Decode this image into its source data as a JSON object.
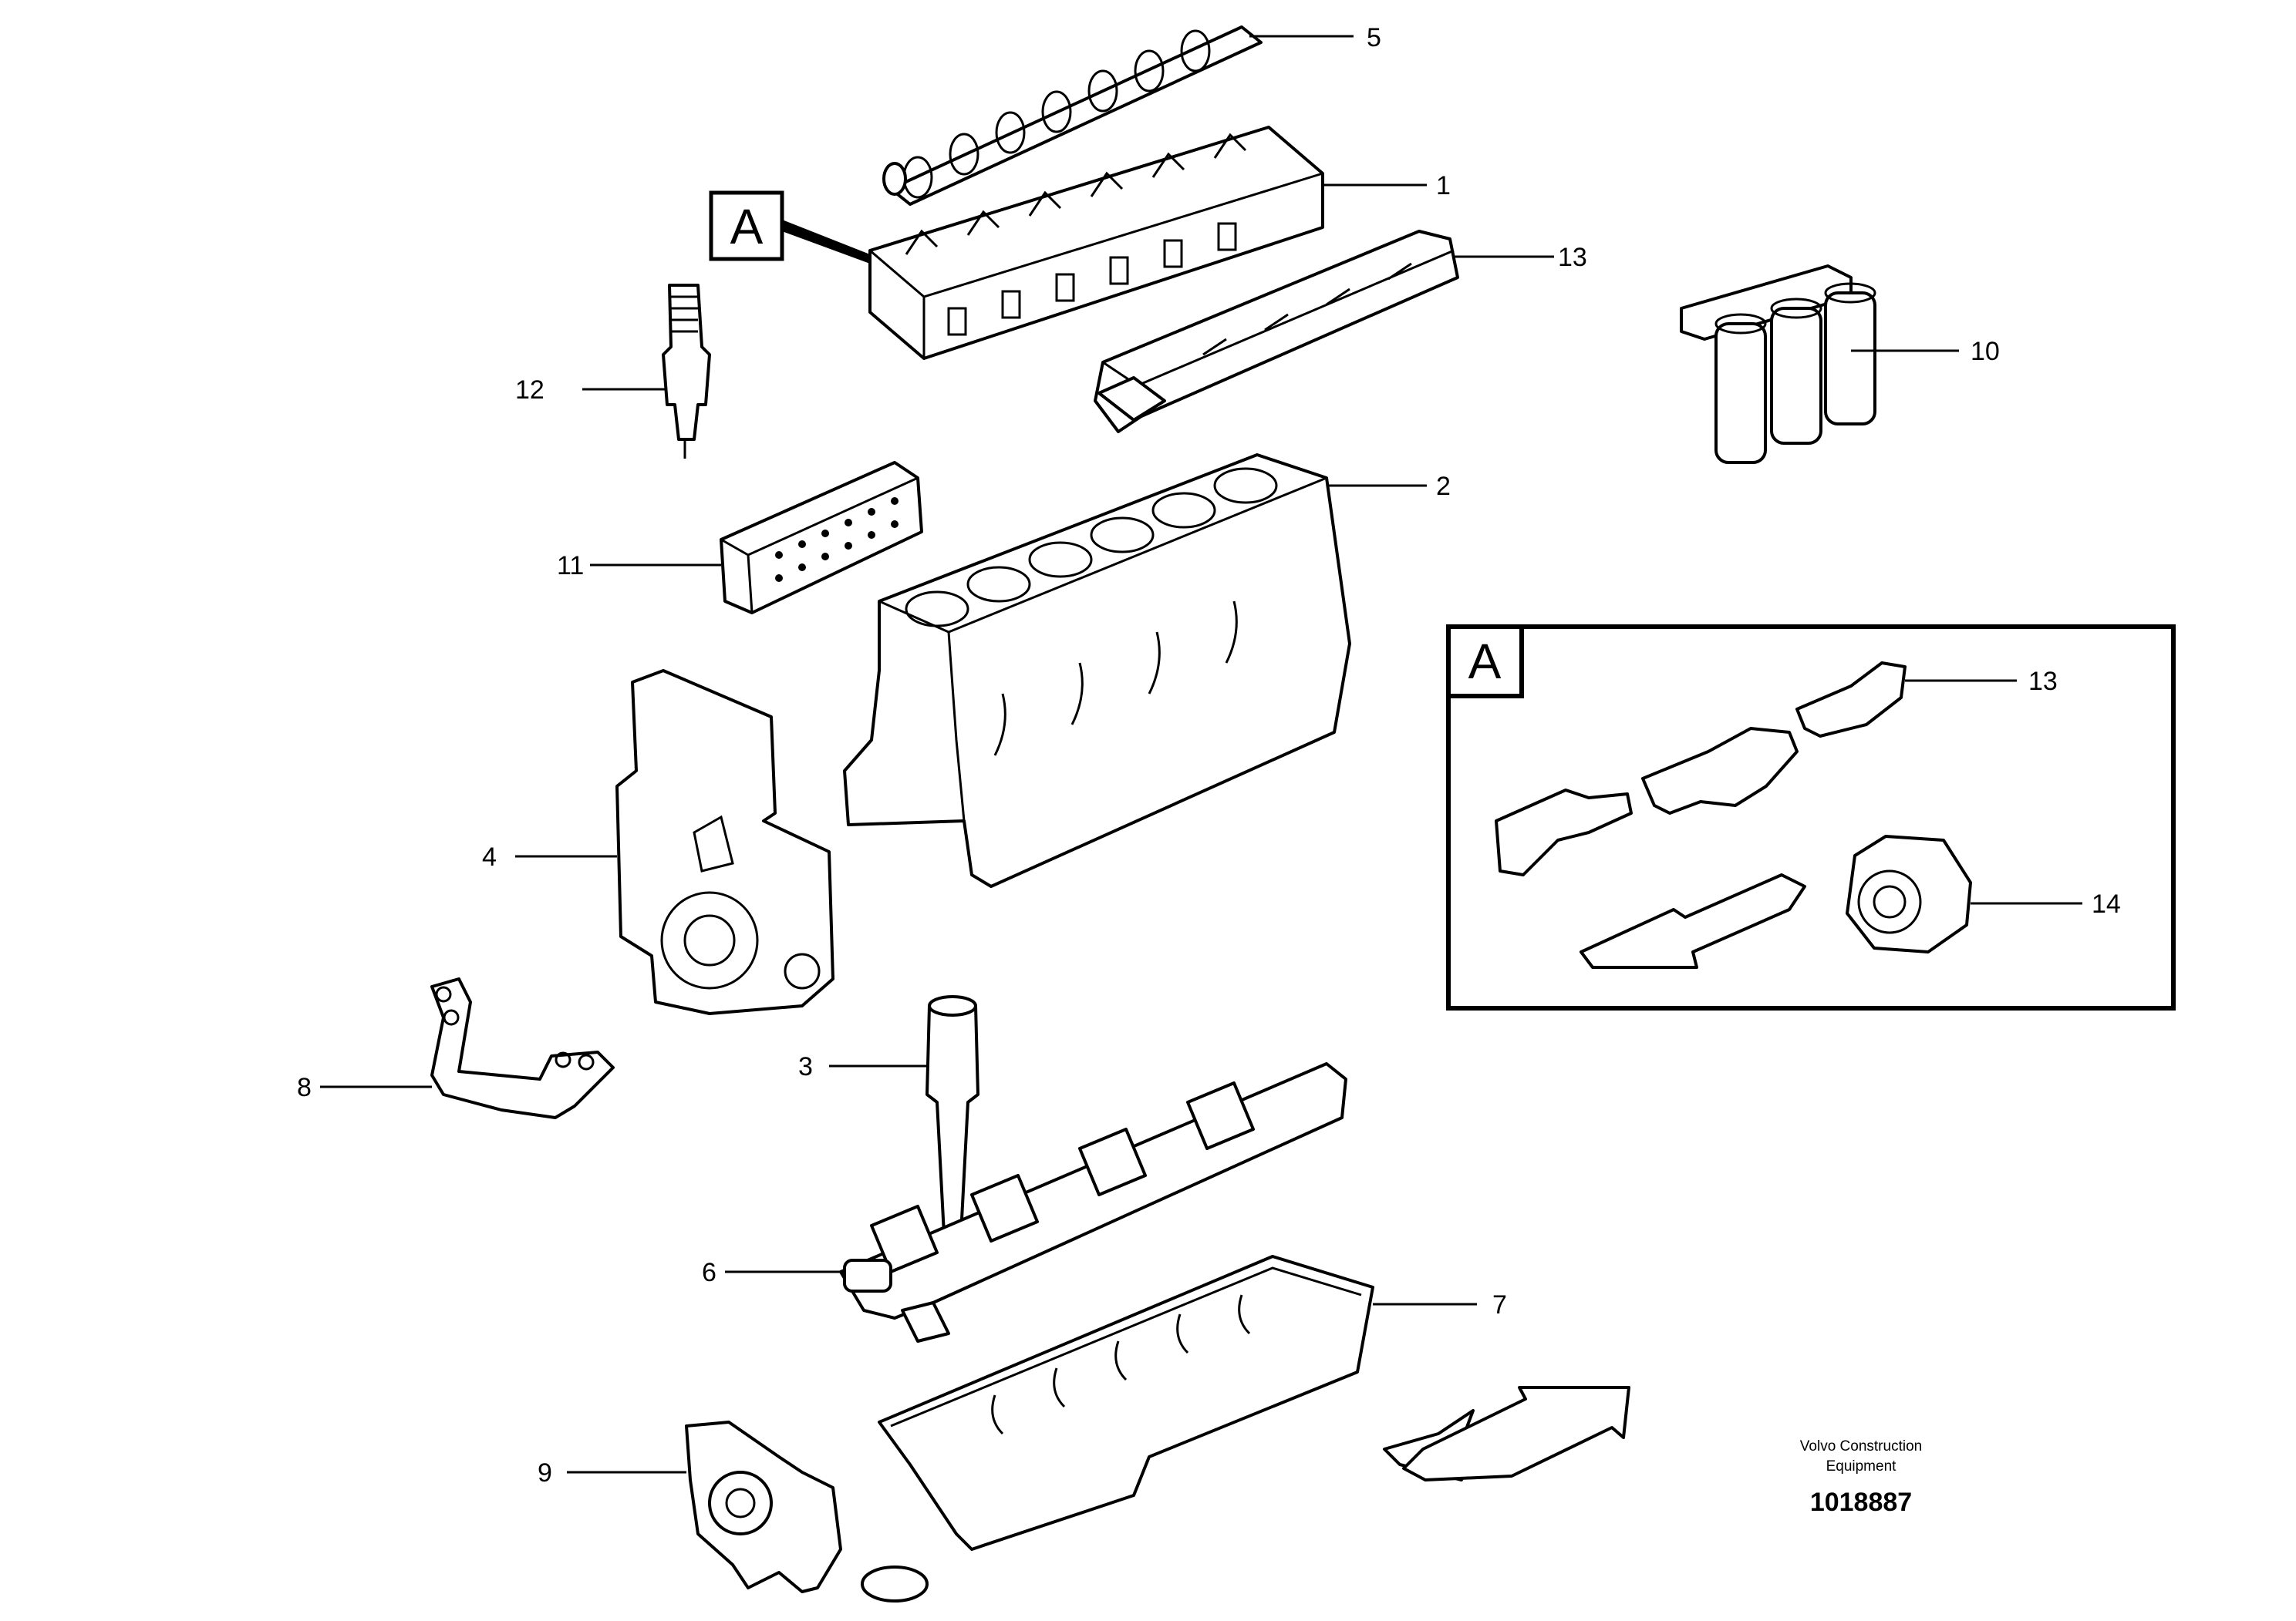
{
  "diagram": {
    "callouts": {
      "c1": "1",
      "c2": "2",
      "c3": "3",
      "c4": "4",
      "c5": "5",
      "c6": "6",
      "c7": "7",
      "c8": "8",
      "c9": "9",
      "c10": "10",
      "c11": "11",
      "c12": "12",
      "c13": "13",
      "c14": "14"
    },
    "detail_reference": "A",
    "detail_box": {
      "label": "A",
      "callout_13": "13",
      "callout_14": "14"
    },
    "footer": {
      "brand_line1": "Volvo Construction",
      "brand_line2": "Equipment",
      "document_number": "1018887"
    }
  }
}
